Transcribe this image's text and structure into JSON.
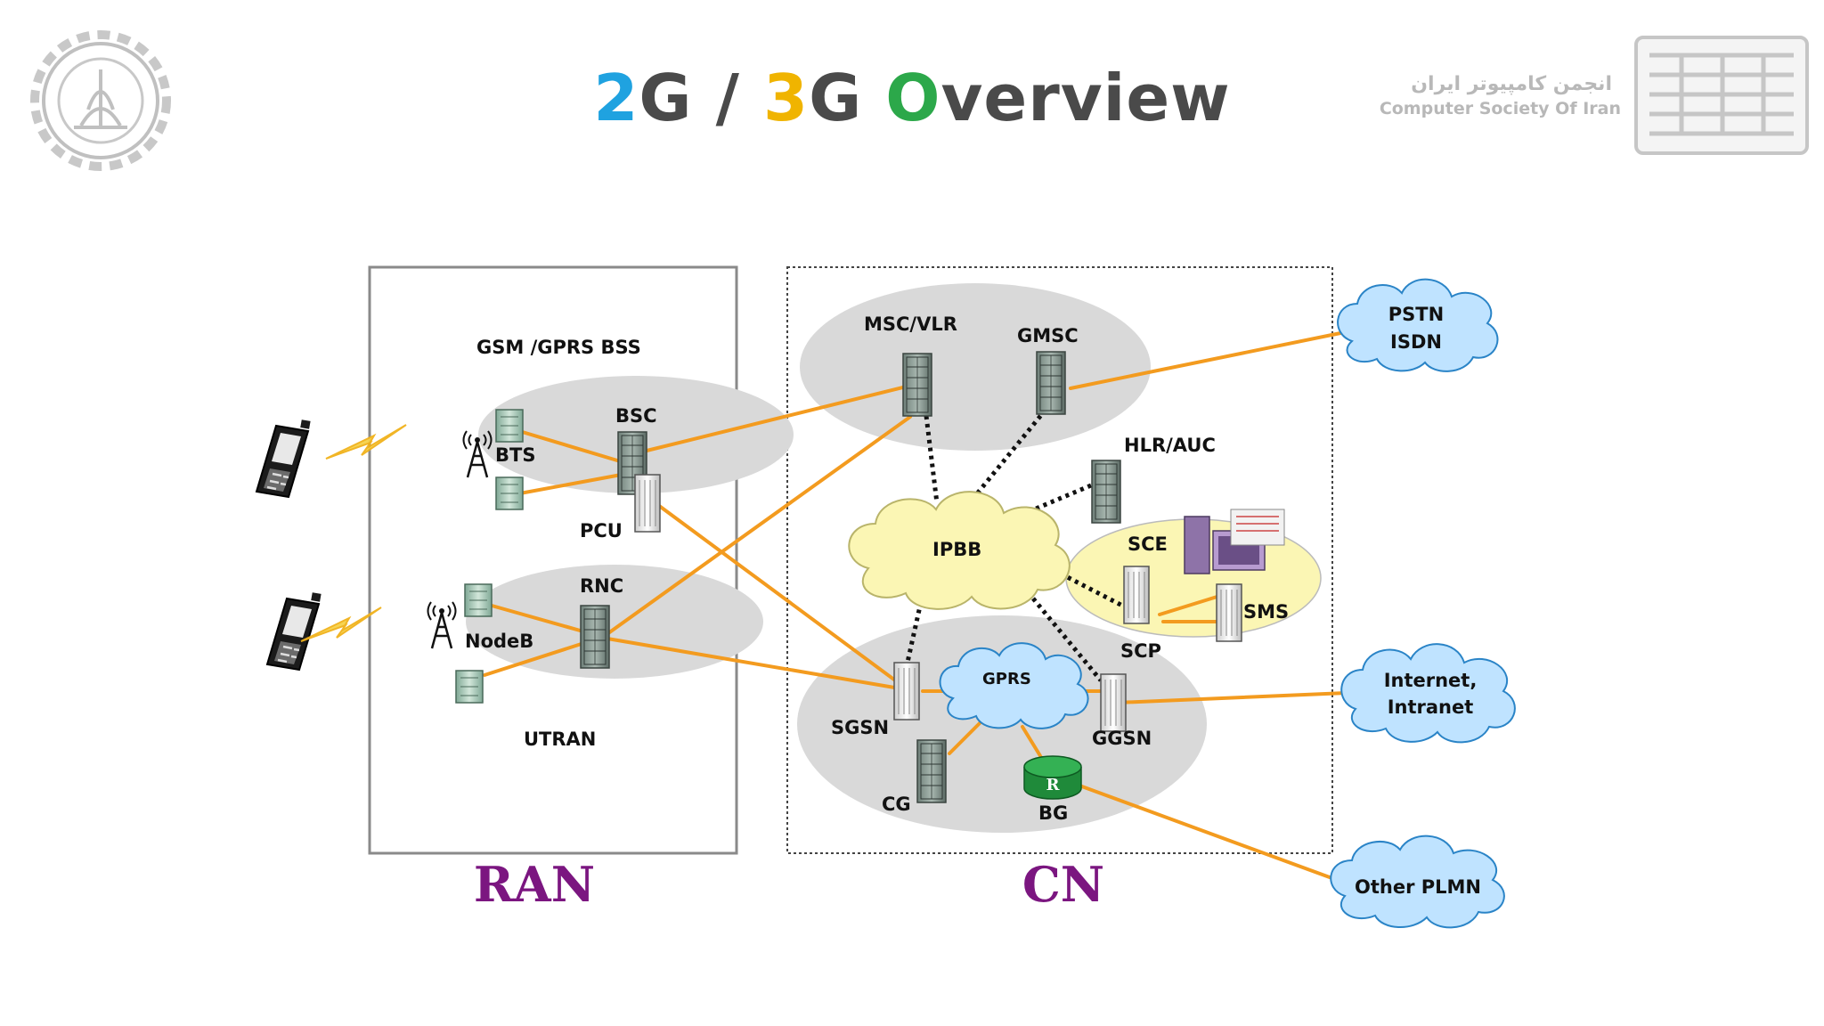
{
  "title": {
    "p1": "2",
    "p2": "G / ",
    "p3": "3",
    "p4": "G ",
    "p5": "O",
    "p6": "verview"
  },
  "logo_right": {
    "fa": "انجمن کامپیوتر ایران",
    "en": "Computer Society Of Iran"
  },
  "ran": {
    "label": "RAN",
    "bss_label": "GSM /GPRS  BSS",
    "bts": "BTS",
    "bsc": "BSC",
    "pcu": "PCU",
    "rnc": "RNC",
    "nodeb": "NodeB",
    "utran": "UTRAN"
  },
  "cn": {
    "label": "CN",
    "msc_vlr": "MSC/VLR",
    "gmsc": "GMSC",
    "hlr_auc": "HLR/AUC",
    "ipbb": "IPBB",
    "sce": "SCE",
    "sms": "SMS",
    "scp": "SCP",
    "gprs": "GPRS",
    "sgsn": "SGSN",
    "ggsn": "GGSN",
    "cg": "CG",
    "bg": "BG",
    "router_mark": "R"
  },
  "external": {
    "pstn": "PSTN",
    "isdn": "ISDN",
    "internet": "Internet,",
    "intranet": "Intranet",
    "other_plmn": "Other PLMN"
  },
  "colors": {
    "link": "#f39b1f",
    "title_blue": "#1fa2e0",
    "title_yellow": "#f0b400",
    "title_green": "#2ca84a",
    "ran_cn_label": "#7b1680",
    "cloud_blue": "#bfe3ff",
    "cloud_yellow": "#fbf6b4",
    "group_gray": "#d9d9d9",
    "router_green": "#1f8a3a"
  },
  "icons": [
    "university-gear-logo",
    "csi-logo",
    "mobile-phone-icon",
    "lightning-icon",
    "antenna-tower-icon",
    "server-rack-icon",
    "workstation-icon",
    "router-icon",
    "cloud-icon"
  ]
}
